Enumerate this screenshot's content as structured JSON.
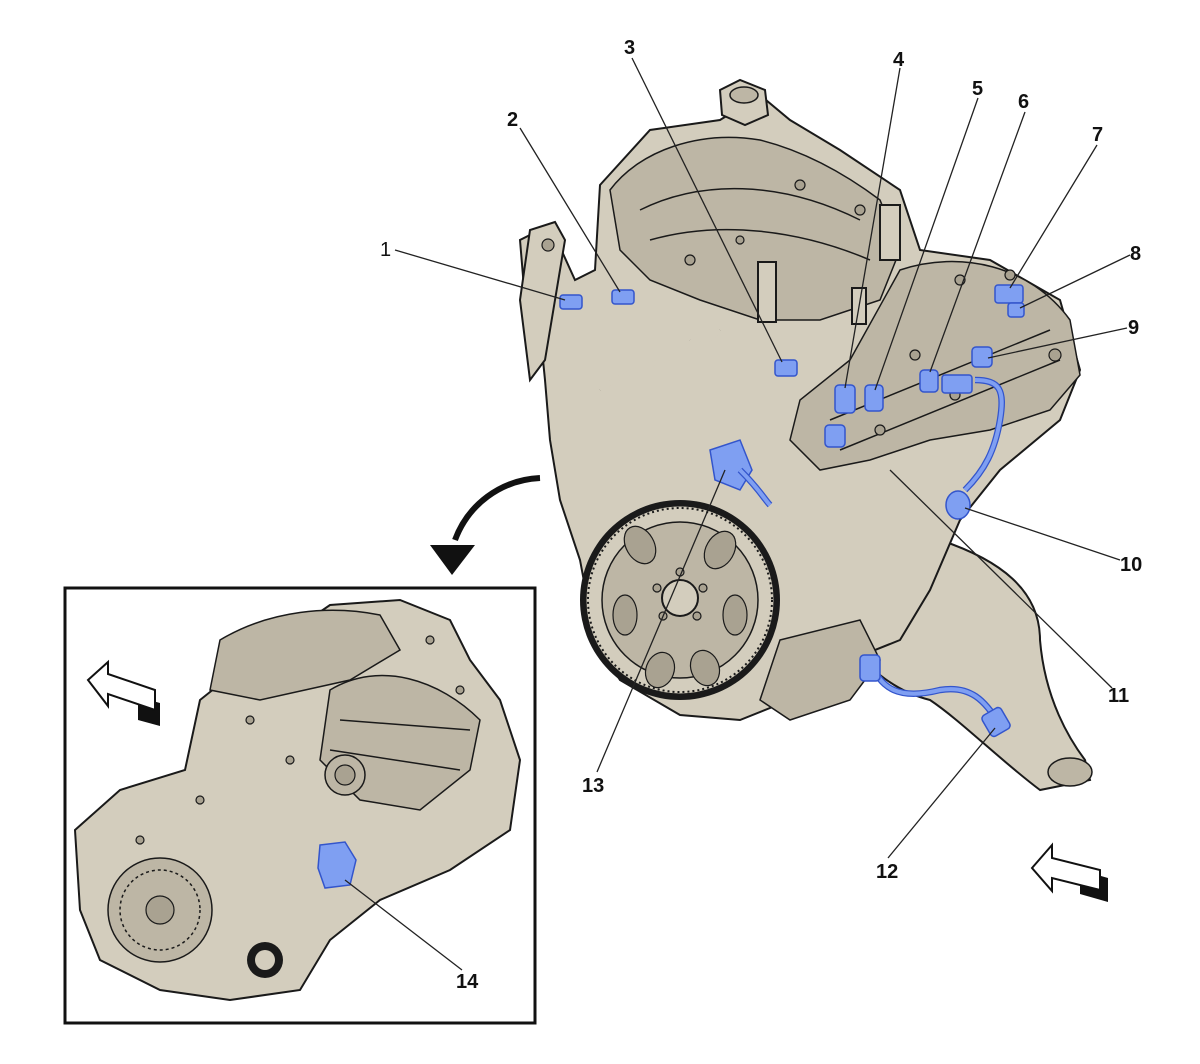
{
  "callouts": [
    {
      "id": "1",
      "label": "1"
    },
    {
      "id": "2",
      "label": "2"
    },
    {
      "id": "3",
      "label": "3"
    },
    {
      "id": "4",
      "label": "4"
    },
    {
      "id": "5",
      "label": "5"
    },
    {
      "id": "6",
      "label": "6"
    },
    {
      "id": "7",
      "label": "7"
    },
    {
      "id": "8",
      "label": "8"
    },
    {
      "id": "9",
      "label": "9"
    },
    {
      "id": "10",
      "label": "10"
    },
    {
      "id": "11",
      "label": "11"
    },
    {
      "id": "12",
      "label": "12"
    },
    {
      "id": "13",
      "label": "13"
    },
    {
      "id": "14",
      "label": "14"
    }
  ],
  "colors": {
    "sensor_highlight": "#7f9ff2",
    "engine_body": "#d3cdbd",
    "outline": "#1a1a1a"
  },
  "icons": {
    "view_arrow_main": "direction-arrow-icon",
    "view_arrow_inset": "direction-arrow-icon",
    "transition_arrow": "curved-arrow-icon"
  }
}
